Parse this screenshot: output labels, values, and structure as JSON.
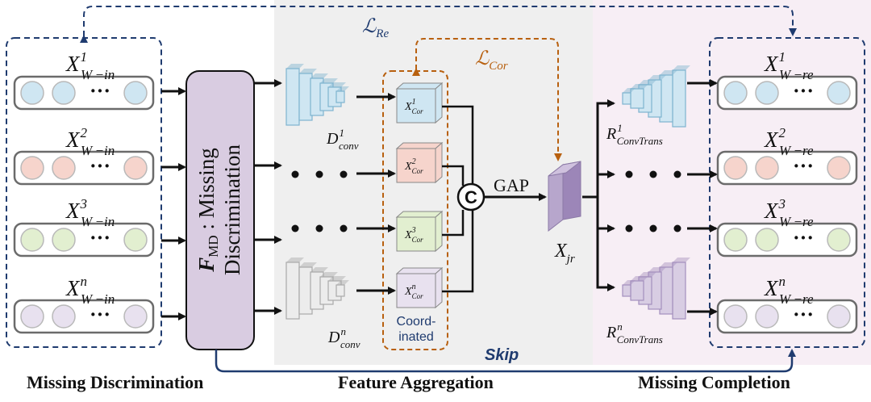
{
  "sections": {
    "left": "Missing Discrimination",
    "middle": "Feature Aggregation",
    "right": "Missing Completion"
  },
  "losses": {
    "reconstruction": "Re",
    "correlation": "Cor"
  },
  "inputs": [
    {
      "sup": "1",
      "sub": "W −in",
      "color": "#cfe6f2"
    },
    {
      "sup": "2",
      "sub": "W −in",
      "color": "#f6d4cc"
    },
    {
      "sup": "3",
      "sub": "W −in",
      "color": "#e2efd0"
    },
    {
      "sup": "n",
      "sub": "W −in",
      "color": "#e8e1ef"
    }
  ],
  "outputs": [
    {
      "sup": "1",
      "sub": "W −re",
      "color": "#cfe6f2"
    },
    {
      "sup": "2",
      "sub": "W −re",
      "color": "#f6d4cc"
    },
    {
      "sup": "3",
      "sub": "W −re",
      "color": "#e2efd0"
    },
    {
      "sup": "n",
      "sub": "W −re",
      "color": "#e8e1ef"
    }
  ],
  "ellipsis": "···",
  "module": {
    "symbol": "F",
    "symbol_sub": "MD",
    "line1": " : Missing",
    "line2": "Discrimination"
  },
  "encoders": [
    {
      "sup": "1",
      "sub": "conv"
    },
    {
      "sup": "n",
      "sub": "conv"
    }
  ],
  "decoders": [
    {
      "sup": "1",
      "sub": "ConvTrans"
    },
    {
      "sup": "n",
      "sub": "ConvTrans"
    }
  ],
  "coordinated_features": [
    {
      "sup": "1",
      "sub": "Cor",
      "color": "#cfe6f2"
    },
    {
      "sup": "2",
      "sub": "Cor",
      "color": "#f6d4cc"
    },
    {
      "sup": "3",
      "sub": "Cor",
      "color": "#e2efd0"
    },
    {
      "sup": "n",
      "sub": "Cor",
      "color": "#e8e1ef"
    }
  ],
  "coordinated_label": [
    "Coord-",
    "inated"
  ],
  "concat_symbol": "C",
  "gap_label": "GAP",
  "joint": {
    "base": "X",
    "sub": "jr"
  },
  "skip_label": "Skip",
  "colors": {
    "dashed_navy": "#1f3b6f",
    "dashed_orange": "#b8600f",
    "blue": "#cfe6f2",
    "red": "#f6d4cc",
    "green": "#e2efd0",
    "purple": "#e8e1ef",
    "module_fill": "#d9cce1",
    "middle_bg": "#efefef",
    "right_bg": "#f7eef5"
  }
}
